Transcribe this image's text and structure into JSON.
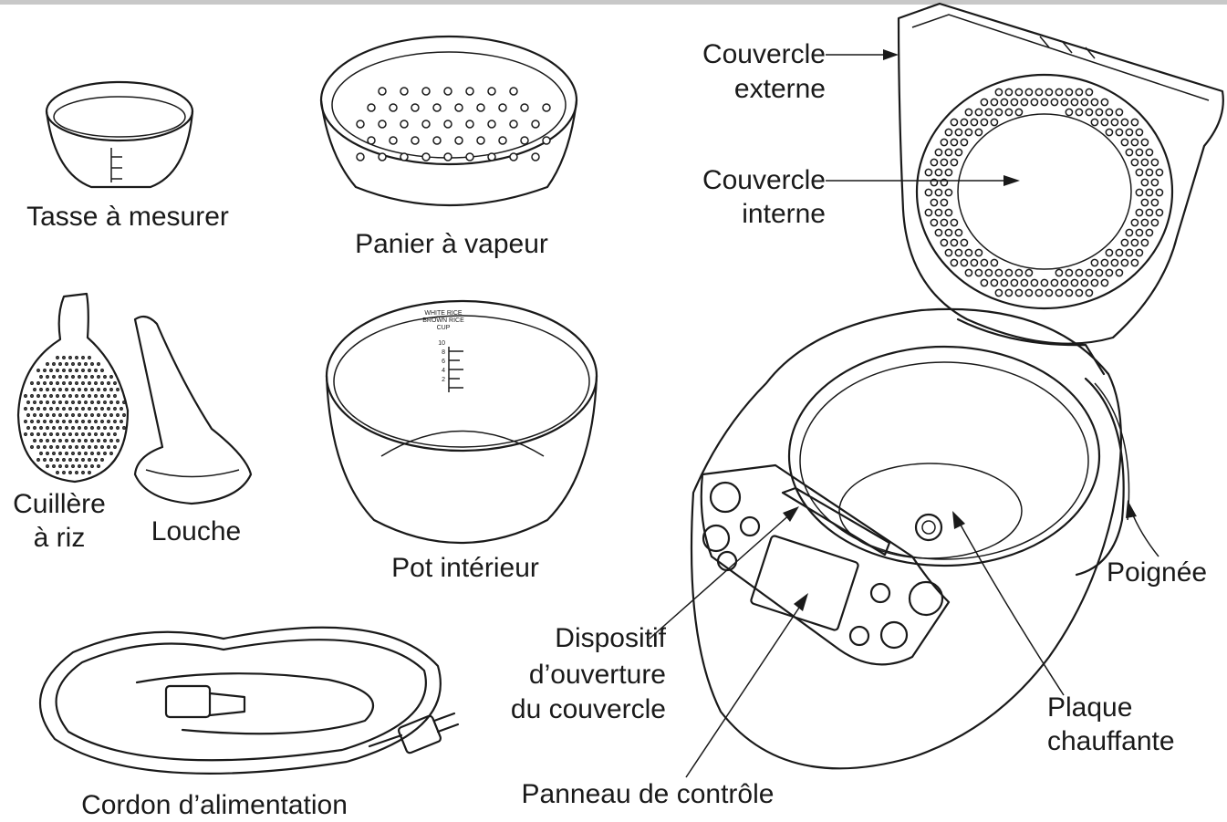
{
  "labels": {
    "measuring_cup": "Tasse à mesurer",
    "steam_basket": "Panier à vapeur",
    "rice_spoon_line1": "Cuillère",
    "rice_spoon_line2": "à riz",
    "ladle": "Louche",
    "inner_pot": "Pot intérieur",
    "power_cord": "Cordon d’alimentation",
    "outer_lid_line1": "Couvercle",
    "outer_lid_line2": "externe",
    "inner_lid_line1": "Couvercle",
    "inner_lid_line2": "interne",
    "handle": "Poignée",
    "lid_opener_line1": "Dispositif",
    "lid_opener_line2": "d’ouverture",
    "lid_opener_line3": "du couvercle",
    "control_panel": "Panneau de contrôle",
    "heating_plate_line1": "Plaque",
    "heating_plate_line2": "chauffante"
  },
  "pot_markings": {
    "line1": "WHITE RICE",
    "line2": "BROWN RICE",
    "line3": "CUP",
    "scale": [
      "10",
      "8",
      "6",
      "4",
      "2"
    ]
  },
  "colors": {
    "ink": "#1a1a1a",
    "background": "#ffffff",
    "top_rule": "#c8c8c8"
  }
}
